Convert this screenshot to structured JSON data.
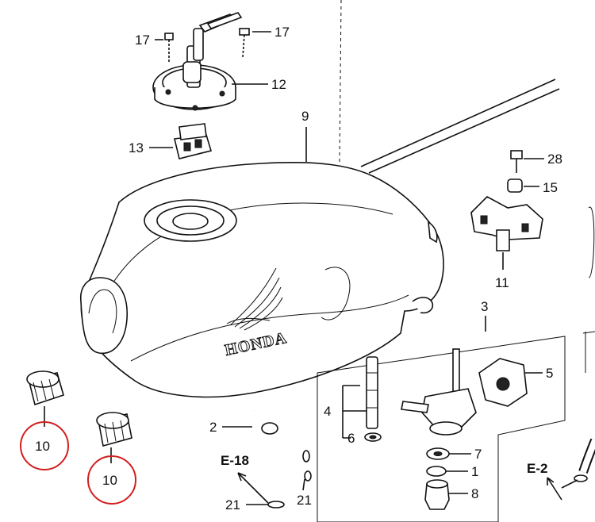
{
  "callouts": {
    "c17a": "17",
    "c17b": "17",
    "c12": "12",
    "c13": "13",
    "c9": "9",
    "c28": "28",
    "c15": "15",
    "c11": "11",
    "c3": "3",
    "c5": "5",
    "c4": "4",
    "c6": "6",
    "c7": "7",
    "c1": "1",
    "c8": "8",
    "c2": "2",
    "c21a": "21",
    "c21b": "21",
    "c10a": "10",
    "c10b": "10"
  },
  "refs": {
    "e18": "E-18",
    "e2": "E-2"
  },
  "brand_text": "HONDA",
  "colors": {
    "line": "#111111",
    "highlight": "#d21f1f",
    "background": "#ffffff"
  }
}
